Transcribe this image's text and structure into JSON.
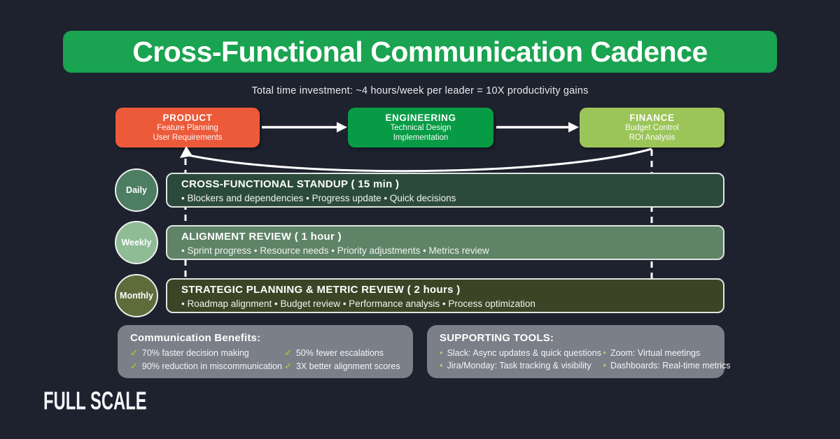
{
  "colors": {
    "background": "#1e222f",
    "header_bg": "#1aa350",
    "panel_bg": "#7b7f88",
    "check_green": "#8dc63f",
    "bullet_green": "#a9c96a",
    "connector": "#ffffff"
  },
  "header": {
    "title": "Cross-Functional Communication Cadence"
  },
  "subtitle": "Total time investment: ~4 hours/week per leader = 10X productivity gains",
  "departments": [
    {
      "name": "PRODUCT",
      "color": "#ec5a3a",
      "lines": [
        "Feature Planning",
        "User Requirements"
      ]
    },
    {
      "name": "ENGINEERING",
      "color": "#089b46",
      "lines": [
        "Technical Design",
        "Implementation"
      ]
    },
    {
      "name": "FINANCE",
      "color": "#9cc559",
      "lines": [
        "Budget Control",
        "ROI Analysis"
      ]
    }
  ],
  "cadence_rows": [
    {
      "frequency": "Daily",
      "circle_color": "#4d7d63",
      "row_color": "#2b4a3c",
      "title": "CROSS-FUNCTIONAL STANDUP ( 15 min )",
      "details": "• Blockers and dependencies • Progress update • Quick decisions"
    },
    {
      "frequency": "Weekly",
      "circle_color": "#8fbc95",
      "row_color": "#5f8367",
      "title": "ALIGNMENT REVIEW ( 1 hour )",
      "details": "• Sprint progress • Resource needs • Priority adjustments • Metrics review"
    },
    {
      "frequency": "Monthly",
      "circle_color": "#5e6c3c",
      "row_color": "#3b4526",
      "title": "STRATEGIC PLANNING & METRIC REVIEW ( 2 hours )",
      "details": "• Roadmap alignment • Budget review • Performance analysis • Process optimization"
    }
  ],
  "benefits": {
    "title": "Communication Benefits:",
    "items": [
      "70% faster decision making",
      "50% fewer escalations",
      "90% reduction in miscommunication",
      "3X better alignment scores"
    ]
  },
  "tools": {
    "title": "SUPPORTING TOOLS:",
    "items": [
      "Slack: Async updates & quick questions",
      "Zoom: Virtual meetings",
      "Jira/Monday: Task tracking & visibility",
      "Dashboards: Real-time metrics"
    ]
  },
  "icons": {
    "check": "✓",
    "bullet": "•"
  },
  "logo": {
    "text": "FULL SCALE"
  }
}
